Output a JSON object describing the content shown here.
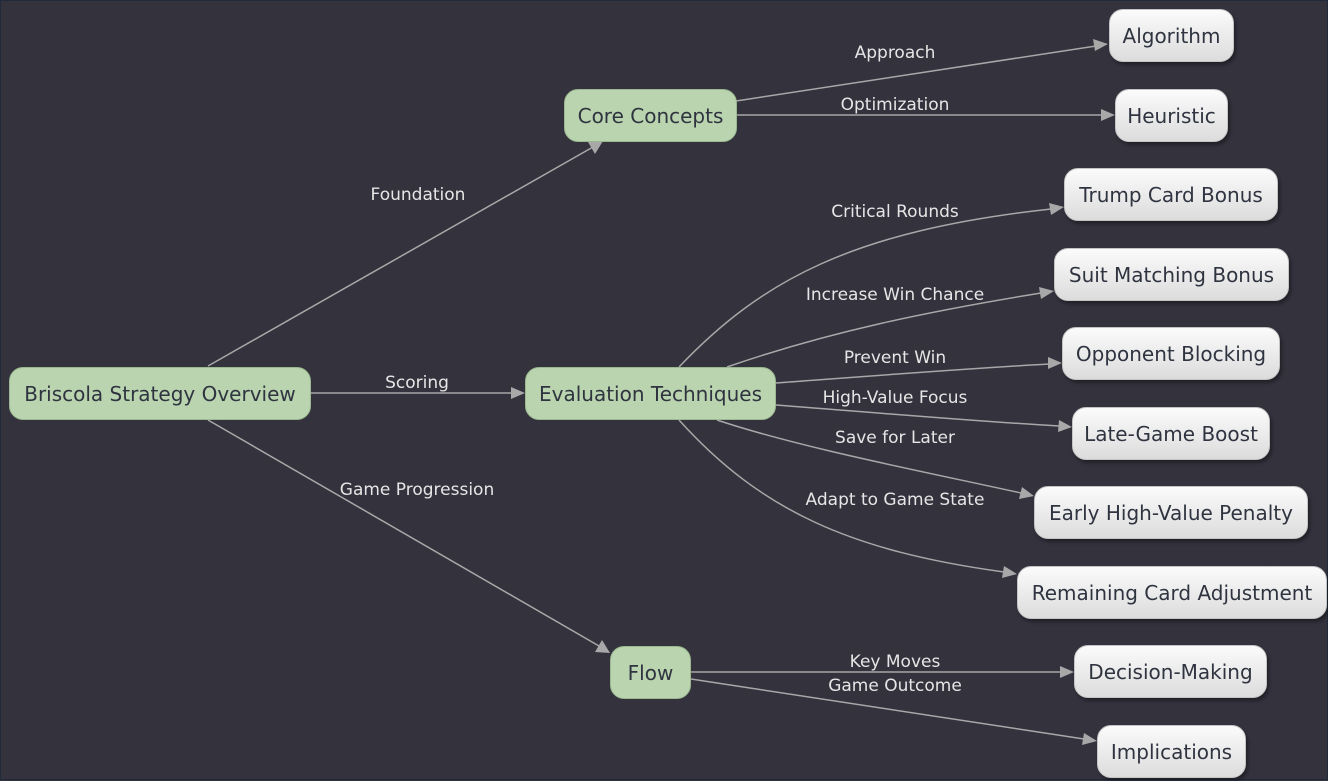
{
  "nodes": {
    "root": "Briscola Strategy Overview",
    "core": "Core Concepts",
    "eval": "Evaluation Techniques",
    "flow": "Flow",
    "algorithm": "Algorithm",
    "heuristic": "Heuristic",
    "trump": "Trump Card Bonus",
    "suit": "Suit Matching Bonus",
    "opponent": "Opponent Blocking",
    "lategame": "Late-Game Boost",
    "early": "Early High-Value Penalty",
    "remaining": "Remaining Card Adjustment",
    "decision": "Decision-Making",
    "implications": "Implications"
  },
  "edges": {
    "foundation": "Foundation",
    "scoring": "Scoring",
    "game_progression": "Game Progression",
    "approach": "Approach",
    "optimization": "Optimization",
    "critical_rounds": "Critical Rounds",
    "increase_win": "Increase Win Chance",
    "prevent_win": "Prevent Win",
    "high_value": "High-Value Focus",
    "save_later": "Save for Later",
    "adapt": "Adapt to Game State",
    "key_moves": "Key Moves",
    "game_outcome": "Game Outcome"
  }
}
